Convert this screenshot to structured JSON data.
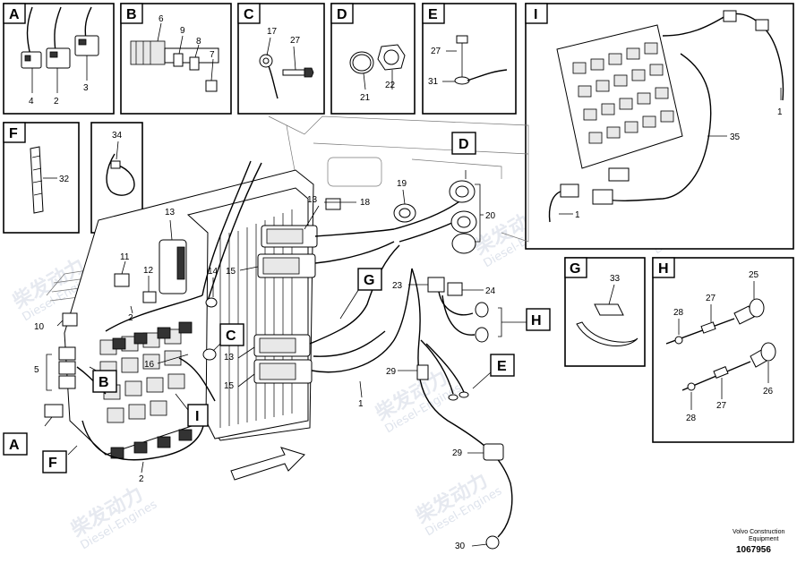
{
  "watermark": {
    "brand_cn": "柴发动力",
    "brand_en": "Diesel-Engines"
  },
  "panels": {
    "A": {
      "tag": "A",
      "callouts": [
        "4",
        "2",
        "3"
      ]
    },
    "B": {
      "tag": "B",
      "callouts": [
        "6",
        "9",
        "8",
        "7"
      ]
    },
    "C": {
      "tag": "C",
      "callouts": [
        "17",
        "27"
      ]
    },
    "D": {
      "tag": "D",
      "callouts": [
        "21",
        "22"
      ]
    },
    "E": {
      "tag": "E",
      "callouts": [
        "27",
        "31"
      ]
    },
    "F": {
      "tag": "F",
      "callouts": [
        "32"
      ]
    },
    "tie": {
      "callouts": [
        "34"
      ]
    },
    "G": {
      "tag": "G",
      "callouts": [
        "33"
      ]
    },
    "H": {
      "tag": "H",
      "callouts": [
        "25",
        "27",
        "28",
        "26",
        "27",
        "28"
      ]
    },
    "I": {
      "tag": "I",
      "callouts": [
        "1",
        "35",
        "1"
      ]
    }
  },
  "main": {
    "tags": [
      "D",
      "C",
      "G",
      "B",
      "I",
      "A",
      "F",
      "H",
      "E"
    ],
    "callouts": [
      "13",
      "18",
      "19",
      "20",
      "15",
      "13",
      "11",
      "12",
      "14",
      "2",
      "10",
      "5",
      "16",
      "13",
      "15",
      "23",
      "24",
      "29",
      "1",
      "2",
      "29",
      "30"
    ]
  },
  "credit": {
    "line1": "Volvo Construction",
    "line2": "Equipment",
    "code": "1067956"
  }
}
